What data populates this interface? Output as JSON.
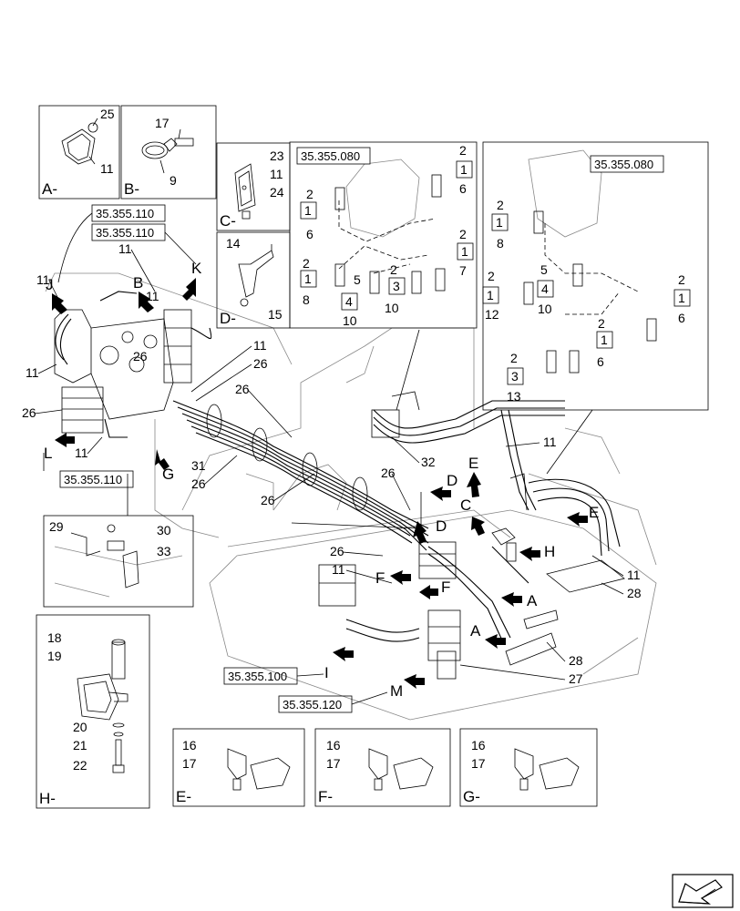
{
  "refs": {
    "r1": "35.355.080",
    "r2": "35.355.080",
    "r3": "35.355.110",
    "r4": "35.355.110",
    "r5": "35.355.110",
    "r6": "35.355.100",
    "r7": "35.355.120"
  },
  "views": {
    "A": "A-",
    "B": "B-",
    "C": "C-",
    "D": "D-",
    "E": "E-",
    "F": "F-",
    "G": "G-",
    "H": "H-"
  },
  "arrows": {
    "J": "J",
    "B": "B",
    "K": "K",
    "L": "L",
    "G": "G",
    "E1": "E",
    "D1": "D",
    "C": "C",
    "D2": "D",
    "E2": "E",
    "H": "H",
    "F1": "F",
    "F2": "F",
    "A1": "A",
    "A2": "A",
    "I": "I",
    "M": "M"
  },
  "callouts": {
    "a25": "25",
    "a11": "11",
    "b17": "17",
    "b9": "9",
    "c23": "23",
    "c11": "11",
    "c24": "24",
    "d14": "14",
    "d15": "15",
    "h18": "18",
    "h19": "19",
    "h20": "20",
    "h21": "21",
    "h22": "22",
    "e16": "16",
    "e17": "17",
    "f16": "16",
    "f17": "17",
    "g16": "16",
    "g17": "17",
    "m29": "29",
    "m30": "30",
    "m33": "33",
    "p1_2a": "2",
    "p1_1a": "1",
    "p1_6a": "6",
    "p1_2b": "2",
    "p1_1b": "1",
    "p1_6b": "6",
    "p1_2c": "2",
    "p1_1c": "1",
    "p1_8": "8",
    "p1_2d": "2",
    "p1_1d": "1",
    "p1_5": "5",
    "p1_4": "4",
    "p1_10a": "10",
    "p1_2e": "2",
    "p1_3": "3",
    "p1_7": "7",
    "p1_10b": "10",
    "p2_2a": "2",
    "p2_1a": "1",
    "p2_8": "8",
    "p2_2b": "2",
    "p2_1b": "1",
    "p2_12": "12",
    "p2_5": "5",
    "p2_4": "4",
    "p2_10": "10",
    "p2_2c": "2",
    "p2_1c": "1",
    "p2_6a": "6",
    "p2_2d": "2",
    "p2_2e": "2",
    "p2_1d": "1",
    "p2_3": "3",
    "p2_6b": "6",
    "p2_13": "13",
    "m11a": "11",
    "m11b": "11",
    "m11c": "11",
    "m11d": "11",
    "m26a": "26",
    "m11e": "11",
    "m11f": "11",
    "m26b": "26",
    "m26c": "26",
    "m31": "31",
    "m26d": "26",
    "m26e": "26",
    "m32": "32",
    "m26f": "26",
    "m11g": "11",
    "m11h": "11",
    "m28a": "28",
    "m28b": "28",
    "m27": "27",
    "m11i": "11",
    "m11j": "11"
  }
}
